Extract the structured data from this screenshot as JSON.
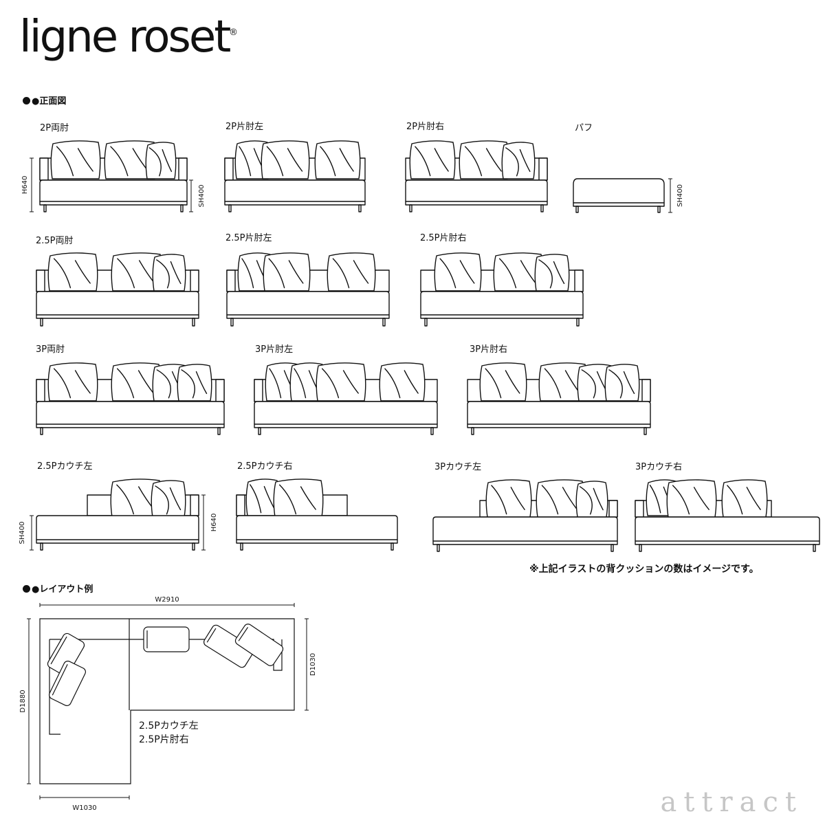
{
  "brand": {
    "logo_text": "ligne roset",
    "registered": "®"
  },
  "sections": {
    "front_view": "●正面図",
    "layout_example": "●レイアウト例"
  },
  "models": [
    {
      "id": "2p-both-arms",
      "label": "2P両肘"
    },
    {
      "id": "2p-arm-left",
      "label": "2P片肘左"
    },
    {
      "id": "2p-arm-right",
      "label": "2P片肘右"
    },
    {
      "id": "pouf",
      "label": "パフ"
    },
    {
      "id": "25p-both-arms",
      "label": "2.5P両肘"
    },
    {
      "id": "25p-arm-left",
      "label": "2.5P片肘左"
    },
    {
      "id": "25p-arm-right",
      "label": "2.5P片肘右"
    },
    {
      "id": "3p-both-arms",
      "label": "3P両肘"
    },
    {
      "id": "3p-arm-left",
      "label": "3P片肘左"
    },
    {
      "id": "3p-arm-right",
      "label": "3P片肘右"
    },
    {
      "id": "25p-couch-left",
      "label": "2.5Pカウチ左"
    },
    {
      "id": "25p-couch-right",
      "label": "2.5Pカウチ右"
    },
    {
      "id": "3p-couch-left",
      "label": "3Pカウチ左"
    },
    {
      "id": "3p-couch-right",
      "label": "3Pカウチ右"
    }
  ],
  "dimensions": {
    "height": "H640",
    "seat_height": "SH400",
    "layout_width": "W2910",
    "layout_depth_left": "D1880",
    "layout_depth_right": "D1030",
    "couch_width": "W1030"
  },
  "note": "※上記イラストの背クッションの数はイメージです。",
  "layout_caption": [
    "2.5Pカウチ左",
    "2.5P片肘右"
  ],
  "watermark": "attract"
}
